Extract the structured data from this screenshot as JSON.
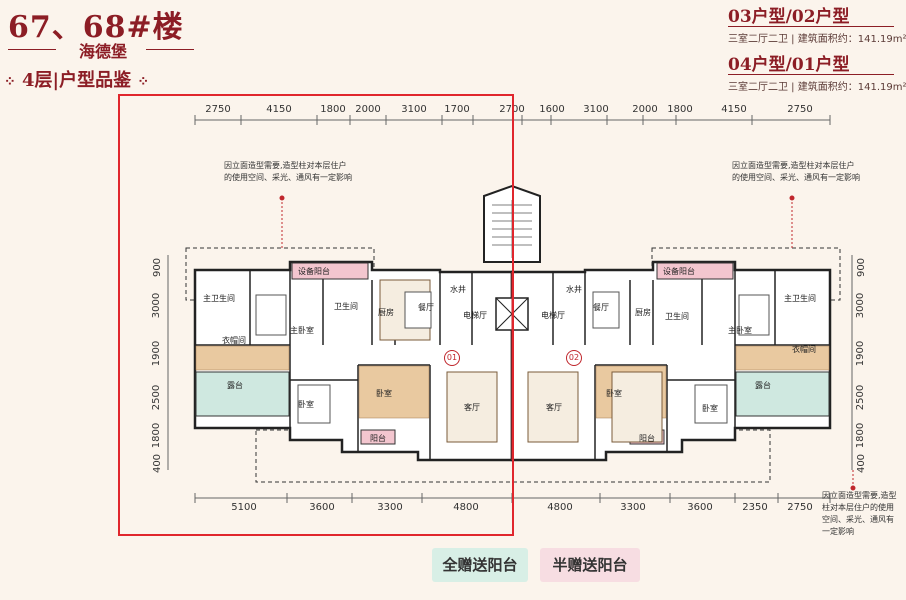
{
  "header": {
    "building": "67、68#楼",
    "project": "海德堡",
    "floor": "4层",
    "subtitle": "户型品鉴"
  },
  "units": [
    {
      "type": "03户型/02户型",
      "layout": "三室二厅二卫",
      "area_label": "建筑面积约：",
      "area_value": "141.19m²"
    },
    {
      "type": "04户型/01户型",
      "layout": "三室二厅二卫",
      "area_label": "建筑面积约：",
      "area_value": "141.19m²"
    }
  ],
  "dimensions": {
    "top": [
      "2750",
      "4150",
      "1800",
      "2000",
      "3100",
      "1700",
      "2700",
      "1600",
      "3100",
      "2000",
      "1800",
      "4150",
      "2750"
    ],
    "bottom": [
      "5100",
      "3600",
      "3300",
      "4800",
      "4800",
      "3300",
      "3600",
      "2350",
      "2750"
    ],
    "left": [
      "900",
      "3000",
      "1900",
      "2500",
      "1800",
      "400"
    ],
    "right": [
      "900",
      "3000",
      "1900",
      "2500",
      "1800",
      "400"
    ]
  },
  "notes": {
    "left": "因立面造型需要,造型柱对本层住户的使用空间、采光、通风有一定影响",
    "right": "因立面造型需要,造型柱对本层住户的使用空间、采光、通风有一定影响",
    "bottom_right": "因立面造型需要,造型柱对本层住户的使用空间、采光、通风有一定影响"
  },
  "rooms": {
    "equip_balcony": "设备阳台",
    "master_bath": "主卫生间",
    "master_bed": "主卧室",
    "cloak": "衣帽间",
    "toilet": "卫生间",
    "kitchen": "厨房",
    "dining": "餐厅",
    "water": "水井",
    "elevator": "电梯厅",
    "balcony": "露台",
    "bedroom": "卧室",
    "living": "客厅",
    "balcony2": "阳台",
    "unit01": "01",
    "unit02": "02"
  },
  "legend": {
    "full": "全赠送阳台",
    "half": "半赠送阳台",
    "full_color": "#d8efe6",
    "half_color": "#f7dde2"
  }
}
